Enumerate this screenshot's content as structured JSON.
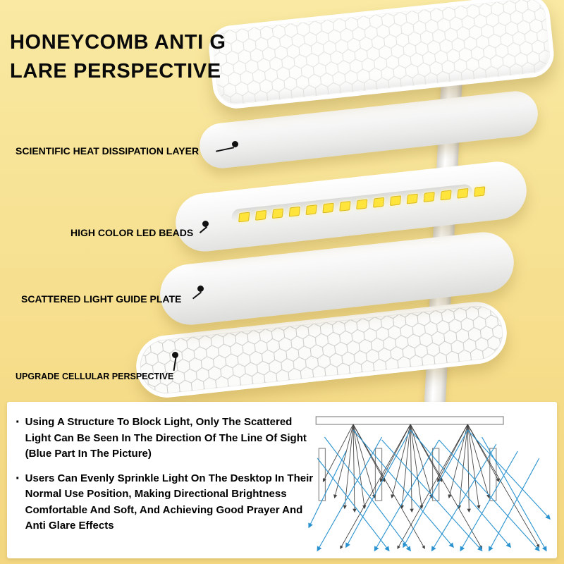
{
  "title": {
    "line1": "HONEYCOMB ANTI G",
    "line2": "LARE PERSPECTIVE"
  },
  "callouts": {
    "heat_dissipation": "SCIENTIFIC HEAT DISSIPATION LAYER",
    "led_beads": "HIGH COLOR LED BEADS",
    "light_guide": "SCATTERED LIGHT GUIDE PLATE",
    "cellular": "UPGRADE CELLULAR PERSPECTIVE"
  },
  "info_panel": {
    "bullet_char": "·",
    "bullets": [
      "Using A Structure To Block Light, Only The Scattered Light Can Be Seen In The Direction Of The Line Of Sight (Blue Part In The Picture)",
      "Users Can Evenly Sprinkle Light On The Desktop In Their Normal Use Position, Making Directional Brightness Comfortable And Soft, And Achieving Good Prayer And Anti Glare Effects"
    ]
  },
  "led_strip": {
    "count": 15,
    "chip_color": "#ffe43c"
  },
  "colors": {
    "background": "#f6df8e",
    "panel": "#ffffff",
    "accent_blue": "#2a93cf",
    "text": "#000000"
  }
}
